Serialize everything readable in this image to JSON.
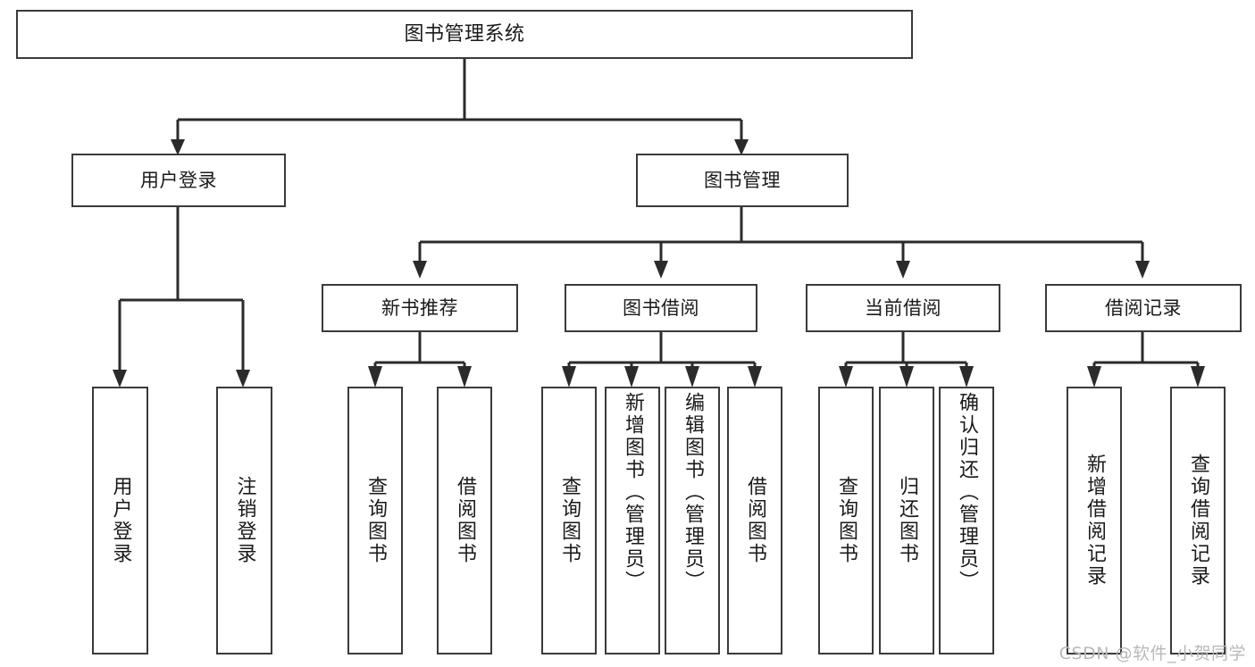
{
  "diagram": {
    "type": "tree",
    "title": "图书管理系统",
    "orientation": "top-down",
    "colors": {
      "box_border": "#3a3a3a",
      "box_fill": "#ffffff",
      "connector": "#2b2b2b",
      "text": "#1a1a1a",
      "watermark": "#b9b9b9",
      "background": "#ffffff"
    },
    "nodes": {
      "root": {
        "label": "图书管理系统"
      },
      "level2": [
        {
          "id": "user-login",
          "label": "用户登录"
        },
        {
          "id": "book-management",
          "label": "图书管理"
        }
      ],
      "level3": [
        {
          "id": "new-book-recommend",
          "label": "新书推荐"
        },
        {
          "id": "book-borrow",
          "label": "图书借阅"
        },
        {
          "id": "current-borrow",
          "label": "当前借阅"
        },
        {
          "id": "borrow-record",
          "label": "借阅记录"
        }
      ],
      "leaves": {
        "user-login": [
          {
            "id": "leaf-user-login",
            "label": "用户登录"
          },
          {
            "id": "leaf-logout-login",
            "label": "注销登录"
          }
        ],
        "new-book-recommend": [
          {
            "id": "leaf-query-book-1",
            "label": "查询图书"
          },
          {
            "id": "leaf-borrow-book-1",
            "label": "借阅图书"
          }
        ],
        "book-borrow": [
          {
            "id": "leaf-query-book-2",
            "label": "查询图书"
          },
          {
            "id": "leaf-add-book",
            "label": "新增图书（管理员）"
          },
          {
            "id": "leaf-edit-book",
            "label": "编辑图书（管理员）"
          },
          {
            "id": "leaf-borrow-book-2",
            "label": "借阅图书"
          }
        ],
        "current-borrow": [
          {
            "id": "leaf-query-book-3",
            "label": "查询图书"
          },
          {
            "id": "leaf-return-book",
            "label": "归还图书"
          },
          {
            "id": "leaf-confirm-return",
            "label": "确认归还（管理员）"
          }
        ],
        "borrow-record": [
          {
            "id": "leaf-add-record",
            "label": "新增借阅记录"
          },
          {
            "id": "leaf-query-record",
            "label": "查询借阅记录"
          }
        ]
      }
    },
    "edges": [
      {
        "from": "root",
        "to": "user-login"
      },
      {
        "from": "root",
        "to": "book-management"
      },
      {
        "from": "user-login",
        "to": "leaf-user-login"
      },
      {
        "from": "user-login",
        "to": "leaf-logout-login"
      },
      {
        "from": "book-management",
        "to": "new-book-recommend"
      },
      {
        "from": "book-management",
        "to": "book-borrow"
      },
      {
        "from": "book-management",
        "to": "current-borrow"
      },
      {
        "from": "book-management",
        "to": "borrow-record"
      },
      {
        "from": "new-book-recommend",
        "to": "leaf-query-book-1"
      },
      {
        "from": "new-book-recommend",
        "to": "leaf-borrow-book-1"
      },
      {
        "from": "book-borrow",
        "to": "leaf-query-book-2"
      },
      {
        "from": "book-borrow",
        "to": "leaf-add-book"
      },
      {
        "from": "book-borrow",
        "to": "leaf-edit-book"
      },
      {
        "from": "book-borrow",
        "to": "leaf-borrow-book-2"
      },
      {
        "from": "current-borrow",
        "to": "leaf-query-book-3"
      },
      {
        "from": "current-borrow",
        "to": "leaf-return-book"
      },
      {
        "from": "current-borrow",
        "to": "leaf-confirm-return"
      },
      {
        "from": "borrow-record",
        "to": "leaf-add-record"
      },
      {
        "from": "borrow-record",
        "to": "leaf-query-record"
      }
    ]
  },
  "watermark": {
    "text": "CSDN @软件_小贺同学"
  }
}
